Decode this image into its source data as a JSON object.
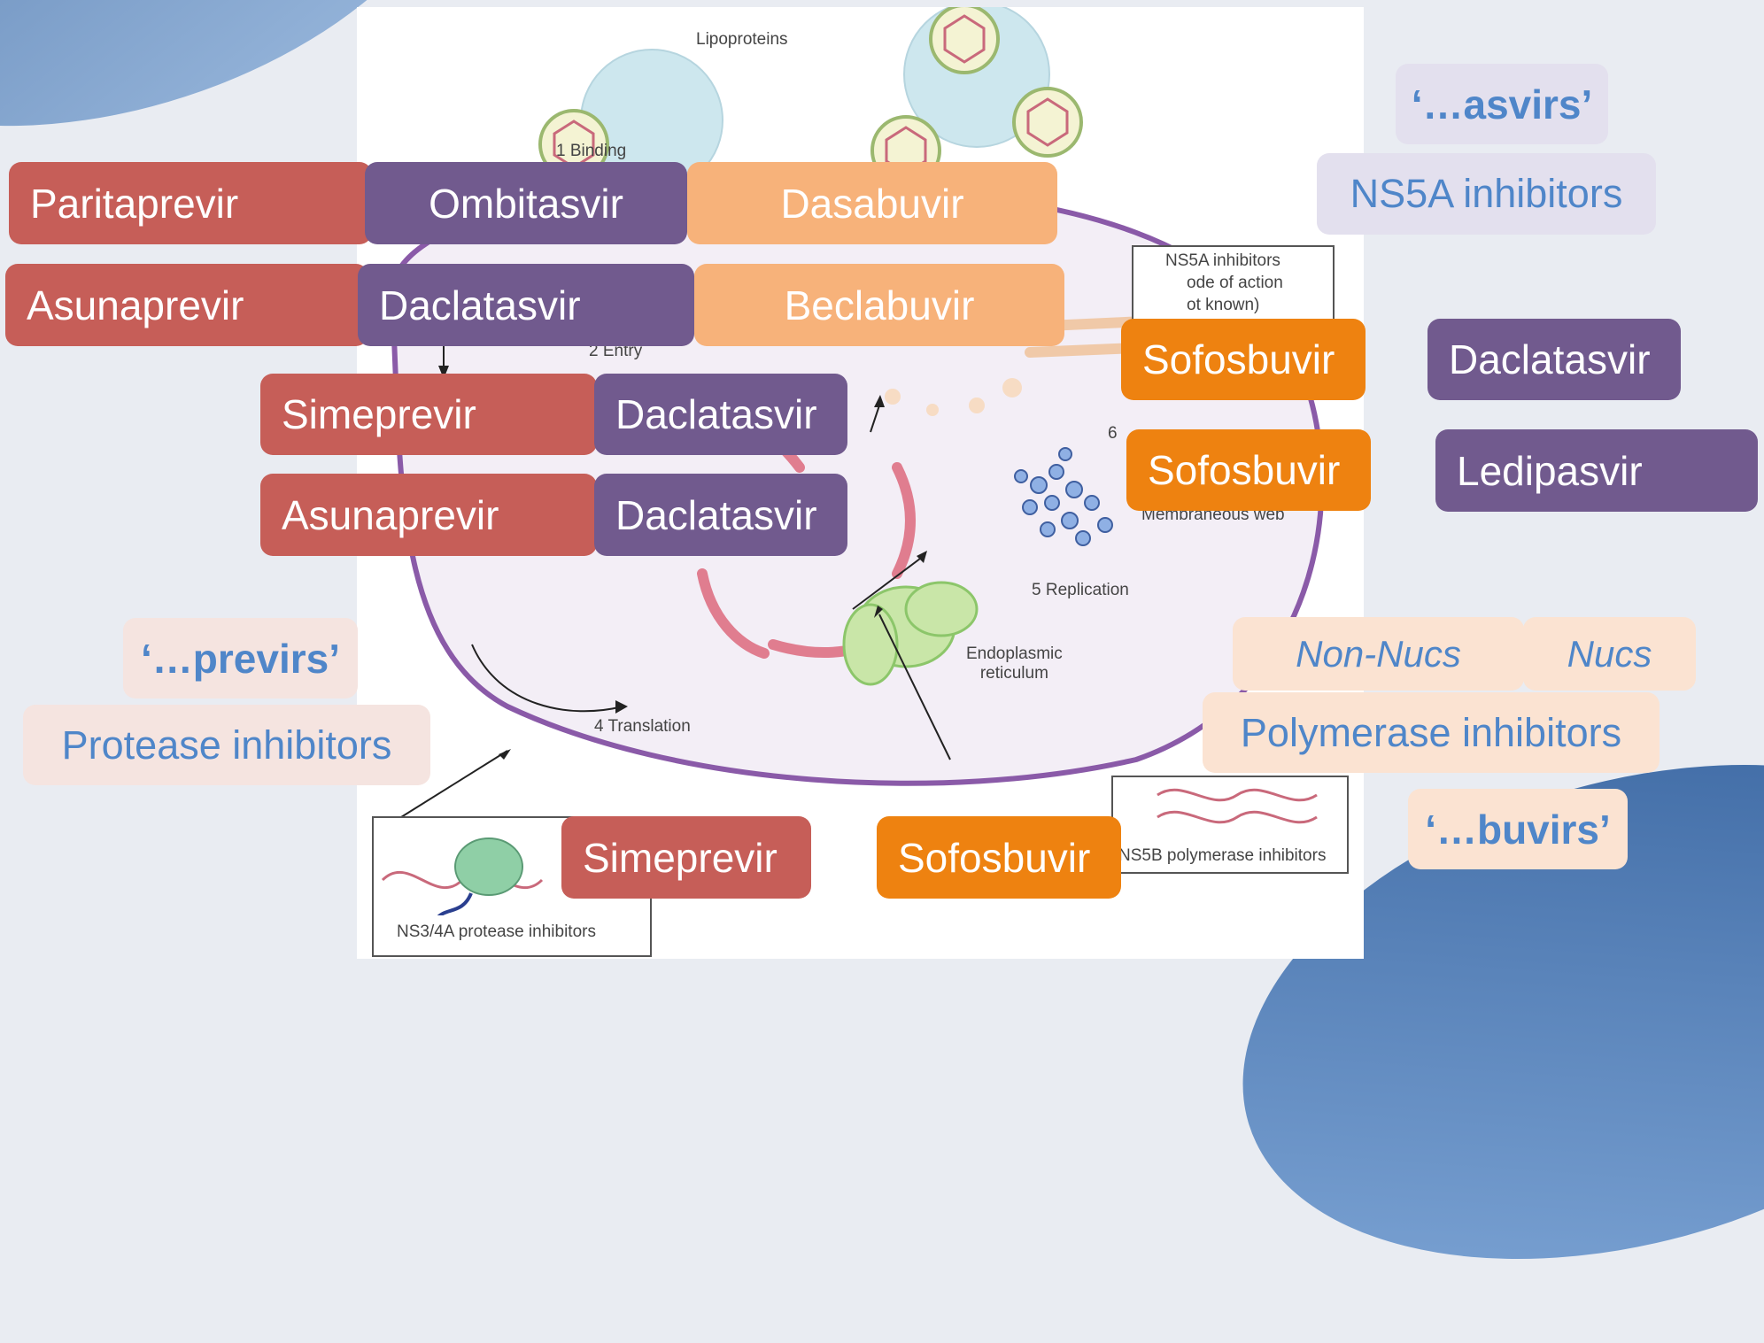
{
  "figure": {
    "lipoproteins": "Lipoproteins",
    "step1": "1  Binding",
    "step2": "2  Entry",
    "step4": "4  Translation",
    "step5": "5  Replication",
    "step6": "6",
    "er_line1": "Endoplasmic",
    "er_line2": "reticulum",
    "membraneous_web": "Membraneous web",
    "ns5a_box_line1": "NS5A inhibitors",
    "ns5a_box_line2": "ode of action",
    "ns5a_box_line3": "ot known)",
    "ns3_box": "NS3/4A protease inhibitors",
    "ns5b_box": "NS5B polymerase inhibitors"
  },
  "drugs": {
    "paritaprevir": "Paritaprevir",
    "ombitasvir": "Ombitasvir",
    "dasabuvir": "Dasabuvir",
    "asunaprevir_1": "Asunaprevir",
    "daclatasvir_1": "Daclatasvir",
    "beclabuvir": "Beclabuvir",
    "simeprevir_1": "Simeprevir",
    "daclatasvir_2": "Daclatasvir",
    "asunaprevir_2": "Asunaprevir",
    "daclatasvir_3": "Daclatasvir",
    "sofosbuvir_1": "Sofosbuvir",
    "daclatasvir_4": "Daclatasvir",
    "sofosbuvir_2": "Sofosbuvir",
    "ledipasvir": "Ledipasvir",
    "simeprevir_2": "Simeprevir",
    "sofosbuvir_3": "Sofosbuvir"
  },
  "classes": {
    "asvirs_suffix": "‘…asvirs’",
    "ns5a_inhibitors": "NS5A inhibitors",
    "previrs_suffix": "‘…previrs’",
    "protease_inhibitors": "Protease inhibitors",
    "non_nucs": "Non-Nucs",
    "nucs": "Nucs",
    "polymerase_inhibitors": "Polymerase inhibitors",
    "buvirs_suffix": "‘…buvirs’"
  },
  "colors": {
    "protease_red": "#c65e58",
    "ns5a_purple": "#715a8e",
    "non_nuc_peach": "#f7b27a",
    "nuc_orange": "#ee8210",
    "label_blue": "#4f86c9"
  }
}
